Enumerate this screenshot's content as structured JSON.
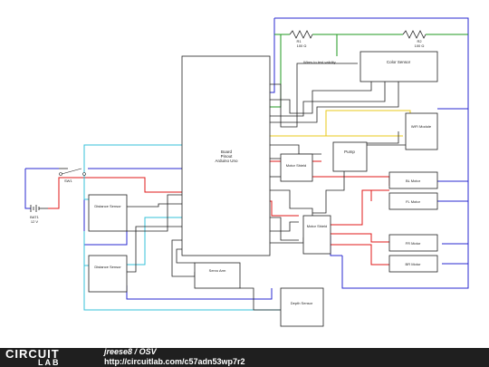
{
  "schematic": {
    "board": {
      "title": "Board",
      "line2": "Pinout",
      "line3": "Arduino Uno"
    },
    "resistors": [
      {
        "name": "R1",
        "value": "100 Ω"
      },
      {
        "name": "R2",
        "value": "100 Ω"
      }
    ],
    "wires_note": "Wires to test validity",
    "color_sensor": "Color Sensor",
    "wifi_module": "WiFi Module",
    "pump": "Pump",
    "motor_shield_top": "Motor Shield",
    "motor_shield_bottom": "Motor Shield",
    "motors": [
      "BL Motor",
      "FL Motor",
      "FR Motor",
      "BR Motor"
    ],
    "distance_sensor_top": "Distance Sensor",
    "distance_sensor_bottom": "Distance Sensor",
    "servo": "Servo Arm",
    "depth_sensor": "Depth Sensor",
    "switch": "SW1",
    "battery": {
      "name": "BAT1",
      "value": "12 V"
    }
  },
  "footer": {
    "logo_top": "CIRCUIT",
    "logo_bottom": "LAB",
    "author": "jreese8",
    "title": "OSV",
    "url": "http://circuitlab.com/c57adn53wp7r2"
  },
  "colors": {
    "blue": "#2a2ad0",
    "red": "#e01818",
    "green": "#1f9a1f",
    "yellow": "#e8c81a",
    "cyan": "#36c0d8",
    "black": "#222222"
  }
}
